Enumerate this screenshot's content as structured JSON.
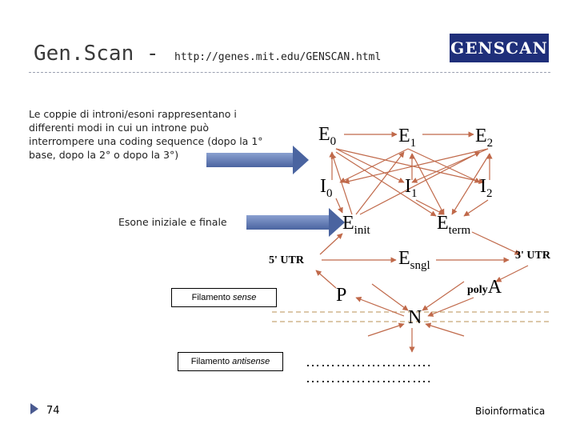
{
  "header": {
    "title": "Gen.Scan -",
    "url": "http://genes.mit.edu/GENSCAN.html",
    "logo_text": "GENSCAN"
  },
  "intro_text": "Le coppie di introni/esoni rappresentano i differenti modi in cui un introne può interrompere una coding sequence (dopo la 1° base, dopo la 2° o dopo la 3°)",
  "label_initial_final": "Esone iniziale e finale",
  "states": {
    "E0": {
      "main": "E",
      "sub": "0"
    },
    "E1": {
      "main": "E",
      "sub": "1"
    },
    "E2": {
      "main": "E",
      "sub": "2"
    },
    "I0": {
      "main": "I",
      "sub": "0"
    },
    "I1": {
      "main": "I",
      "sub": "1"
    },
    "I2": {
      "main": "I",
      "sub": "2"
    },
    "Einit": {
      "main": "E",
      "sub": "init"
    },
    "Eterm": {
      "main": "E",
      "sub": "term"
    },
    "Esngl": {
      "main": "E",
      "sub": "sngl"
    },
    "P": {
      "main": "P",
      "sub": ""
    },
    "N": {
      "main": "N",
      "sub": ""
    },
    "polyA": {
      "main": "A",
      "prefix": "poly"
    }
  },
  "utr5": "5' UTR",
  "utr3": "3' UTR",
  "strand_sense": {
    "prefix": "Filamento ",
    "emph": "sense"
  },
  "strand_antisense": {
    "prefix": "Filamento ",
    "emph": "antisense"
  },
  "dots_line1": "…………………….",
  "dots_line2": "…………………….",
  "footer": {
    "page": "74",
    "course": "Bioinformatica"
  },
  "colors": {
    "arrow": "#c0694a",
    "pointer": "#5870a8",
    "logo_bg": "#1f2f7a",
    "bullet": "#4a5a90",
    "dashed": "#c8a878"
  }
}
